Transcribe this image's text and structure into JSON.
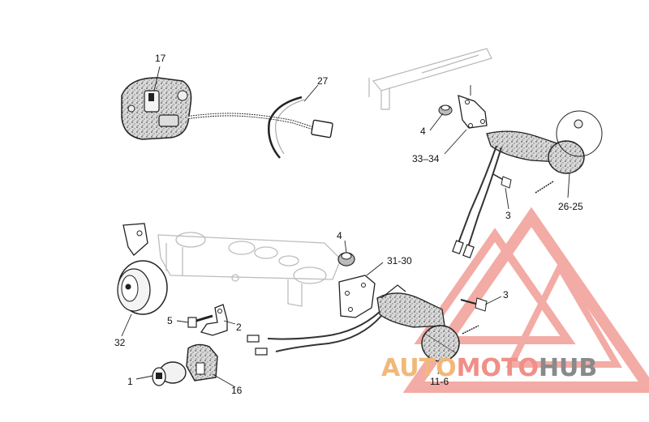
{
  "labels": {
    "l17": "17",
    "l27": "27",
    "l4a": "4",
    "l3334": "33–34",
    "l3a": "3",
    "l2625": "26-25",
    "l4b": "4",
    "l3130": "31-30",
    "l3b": "3",
    "l5": "5",
    "l2": "2",
    "l32": "32",
    "l1": "1",
    "l16": "16",
    "l116": "11-6"
  },
  "watermark": {
    "part1": "AUTO",
    "part2": "MOTO",
    "part3": "HUB",
    "colors": {
      "auto": "#f2b87a",
      "moto": "#f08f88",
      "hub": "#8a8a8a",
      "logo": "#f08f88"
    }
  }
}
